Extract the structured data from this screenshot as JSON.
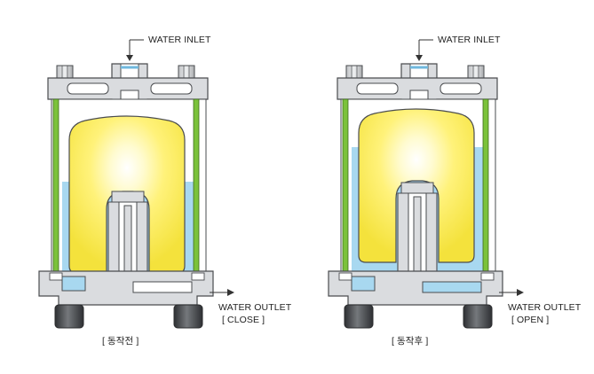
{
  "diagrams": [
    {
      "inlet_label": "WATER INLET",
      "outlet_label": "WATER OUTLET",
      "outlet_state": "[ CLOSE ]",
      "caption": "[ 동작전 ]"
    },
    {
      "inlet_label": "WATER INLET",
      "outlet_label": "WATER OUTLET",
      "outlet_state": "[ OPEN ]",
      "caption": "[ 동작후 ]"
    }
  ],
  "colors": {
    "water": "#a8d8f0",
    "float_center": "#ffffff",
    "float_mid": "#fff27a",
    "float_edge": "#f4e23c",
    "rod": "#7bc23a",
    "body": "#dadcdf",
    "outline": "#4a4c4f",
    "foot": "#3e4043"
  }
}
